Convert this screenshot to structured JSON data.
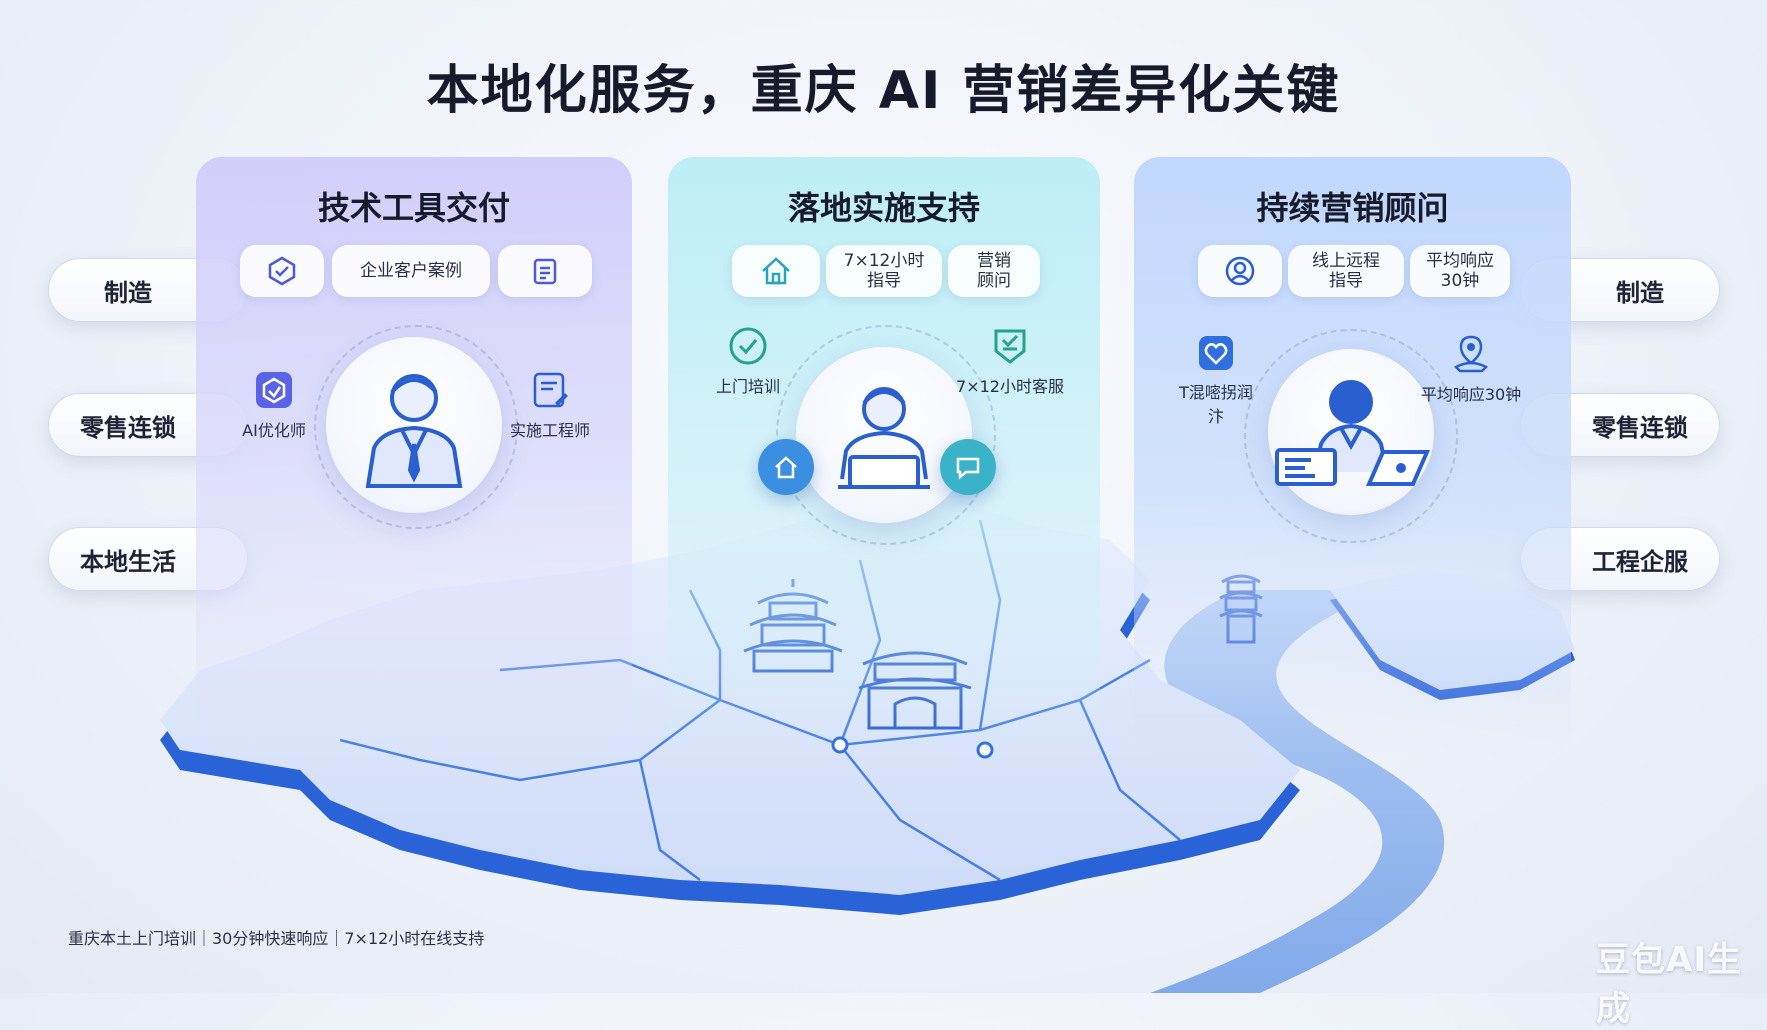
{
  "title": "本地化服务，重庆 AI 营销差异化关键",
  "left_pills": [
    "制造",
    "零售连锁",
    "本地生活"
  ],
  "right_pills": [
    "制造",
    "零售连锁",
    "工程企服"
  ],
  "panels": [
    {
      "title": "技术工具交付",
      "chips": [
        {
          "icon": "shield-hexagon-icon",
          "label": ""
        },
        {
          "icon": "",
          "label": "企业客户案例"
        },
        {
          "icon": "clipboard-list-icon",
          "label": ""
        }
      ],
      "features": [
        {
          "icon": "ai-hexagon-icon",
          "label": "AI优化师"
        },
        {
          "icon": "edit-document-icon",
          "label": "实施工程师"
        }
      ],
      "center_icon": "businessman-icon"
    },
    {
      "title": "落地实施支持",
      "chips": [
        {
          "icon": "home-icon",
          "label": ""
        },
        {
          "icon": "",
          "label": "7×12小时\n指导"
        },
        {
          "icon": "",
          "label": "营销\n顾问"
        }
      ],
      "features": [
        {
          "icon": "check-circle-icon",
          "label": "上门培训"
        },
        {
          "icon": "service-check-icon",
          "label": "7×12小时客服"
        }
      ],
      "center_icon": "consultant-laptop-icon",
      "badges": [
        "home-badge-icon",
        "chat-badge-icon"
      ]
    },
    {
      "title": "持续营销顾问",
      "chips": [
        {
          "icon": "user-circle-icon",
          "label": ""
        },
        {
          "icon": "",
          "label": "线上远程\n指导"
        },
        {
          "icon": "",
          "label": "平均响应\n30钟"
        }
      ],
      "features": [
        {
          "icon": "heart-shield-icon",
          "label": "T混嘧拐润汴"
        },
        {
          "icon": "location-person-icon",
          "label": "平均响应30钟"
        }
      ],
      "center_icon": "advisor-laptop-icon"
    }
  ],
  "footer": "重庆本土上门培训｜30分钟快速响应｜7×12小时在线支持",
  "watermark": "豆包AI生成",
  "colors": {
    "accent_blue": "#2f6fe0",
    "map_fill": "#dbe6fb",
    "map_edge": "#2a63d8",
    "river": "#8db4ee"
  }
}
